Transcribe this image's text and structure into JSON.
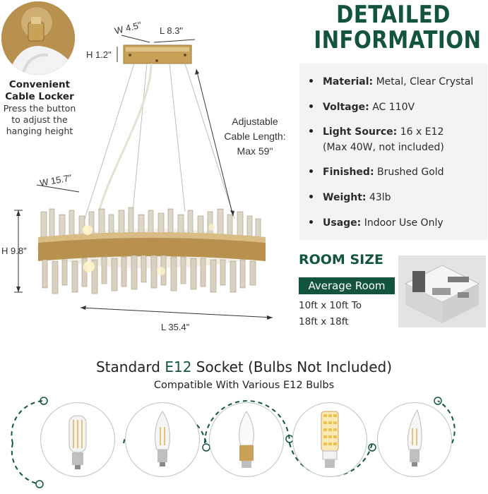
{
  "callout": {
    "title_line1": "Convenient",
    "title_line2": "Cable Locker",
    "desc_line1": "Press the button",
    "desc_line2": "to adjust the",
    "desc_line3": "hanging height"
  },
  "dimensions": {
    "canopy_width": "W 4.5\"",
    "canopy_length": "L 8.3\"",
    "canopy_height": "H 1.2\"",
    "cable_line1": "Adjustable",
    "cable_line2": "Cable Length:",
    "cable_line3": "Max 59\"",
    "body_width": "W 15.7\"",
    "body_height": "H 9.8\"",
    "body_length": "L 35.4\""
  },
  "details": {
    "heading_line1": "DETAILED",
    "heading_line2": "INFORMATION",
    "specs": [
      {
        "label": "Material:",
        "value": " Metal, Clear Crystal"
      },
      {
        "label": "Voltage:",
        "value": " AC 110V"
      },
      {
        "label": "Light Source:",
        "value": " 16 x E12"
      },
      {
        "label": "",
        "value": "(Max 40W, not included)"
      },
      {
        "label": "Finished:",
        "value": " Brushed Gold"
      },
      {
        "label": "Weight:",
        "value": " 43lb"
      },
      {
        "label": "Usage:",
        "value": " Indoor Use Only"
      }
    ]
  },
  "room": {
    "title": "ROOM SIZE",
    "badge": "Average Room",
    "size_line1": "10ft x 10ft To",
    "size_line2": "18ft x 18ft"
  },
  "socket": {
    "title_before": "Standard ",
    "title_accent": "E12",
    "title_after": " Socket (Bulbs Not Included)",
    "subtitle": "Compatible With Various E12 Bulbs"
  },
  "colors": {
    "brand_green": "#135440",
    "gold": "#c9a25a",
    "panel_bg": "#f3f3f3"
  }
}
